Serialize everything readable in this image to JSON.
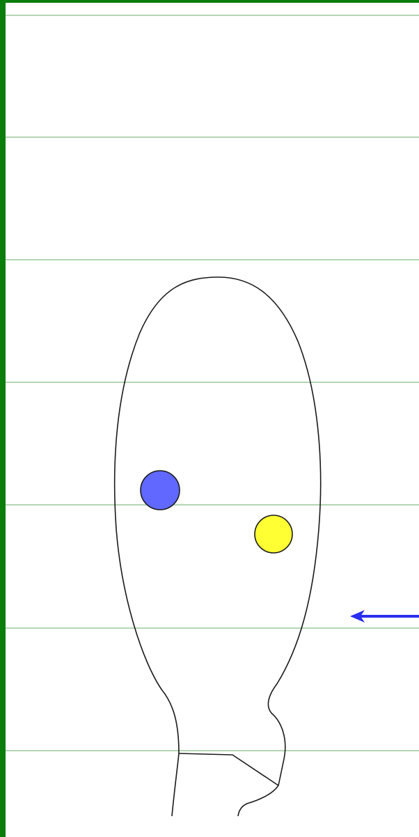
{
  "colors": {
    "frame": "#0a7d0a",
    "rule": "#6aa86a",
    "outline": "#1a1a1a",
    "marker_left": "#6068ff",
    "marker_right": "#ffff33",
    "arrow": "#2a2ef0",
    "background": "#ffffff"
  },
  "diagram": {
    "markers": [
      {
        "name": "blue-marker",
        "color": "#6068ff"
      },
      {
        "name": "yellow-marker",
        "color": "#ffff33"
      }
    ],
    "arrow": {
      "direction": "left"
    },
    "ruled_lines": 7
  }
}
